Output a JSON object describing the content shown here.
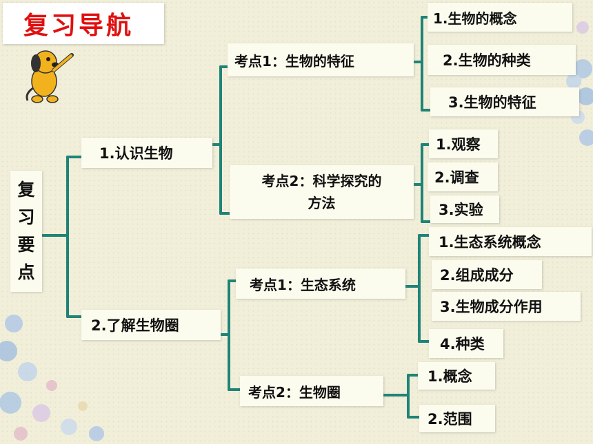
{
  "title": "复习导航",
  "root": [
    "复",
    "习",
    "要",
    "点"
  ],
  "branch1": {
    "label": "1.认识生物",
    "p1": {
      "label": "考点1：生物的特征",
      "items": [
        "1.生物的概念",
        "2.生物的种类",
        "3.生物的特征"
      ]
    },
    "p2": {
      "label_line1": "考点2：科学探究的",
      "label_line2": "方法",
      "items": [
        "1.观察",
        "2.调查",
        "3.实验"
      ]
    }
  },
  "branch2": {
    "label": "2.了解生物圈",
    "p1": {
      "label": "考点1：生态系统",
      "items": [
        "1.生态系统概念",
        "2.组成成分",
        "3.生物成分作用",
        "4.种类"
      ]
    },
    "p2": {
      "label": "考点2：生物圈",
      "items": [
        "1.概念",
        "2.范围"
      ]
    }
  },
  "colors": {
    "title": "#e01010",
    "connector": "#1f8377",
    "box": "#fbfbee"
  }
}
